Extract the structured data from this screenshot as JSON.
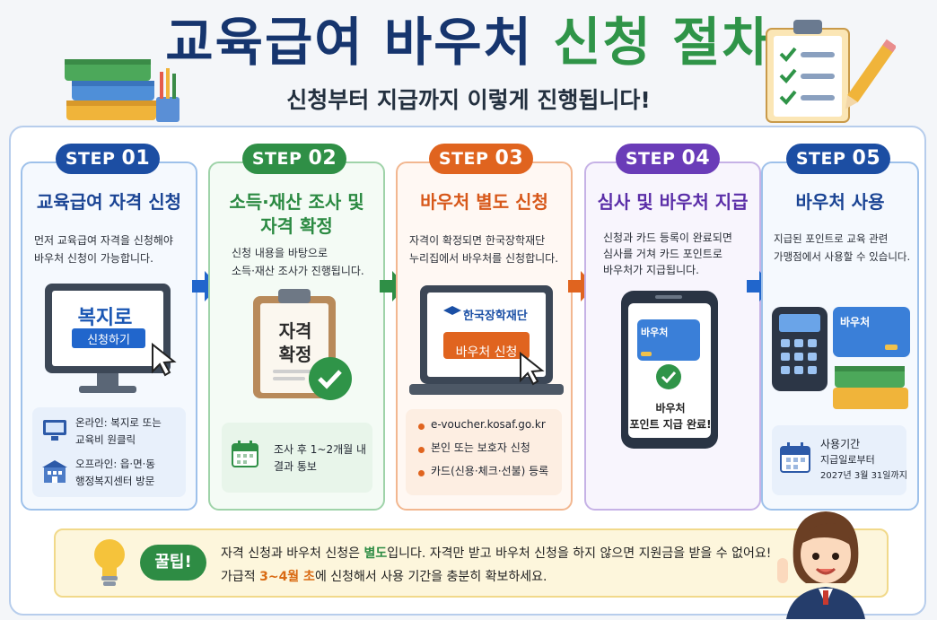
{
  "header": {
    "title_part1": "교육급여 바우처",
    "title_part2": "신청 절차",
    "subtitle": "신청부터 지급까지 이렇게 진행됩니다!"
  },
  "steps": [
    {
      "badge_prefix": "STEP",
      "badge_num": "01",
      "title_line1": "교육급여 자격 신청",
      "title_line2": "",
      "desc_line1": "먼저 교육급여 자격을 신청해야",
      "desc_line2": "바우처 신청이 가능합니다.",
      "screen_title": "복지로",
      "screen_button": "신청하기",
      "info": [
        {
          "icon": "monitor-icon",
          "line1": "온라인: 복지로 또는",
          "line2": "교육비 원클릭"
        },
        {
          "icon": "building-icon",
          "line1": "오프라인: 읍·면·동",
          "line2": "행정복지센터 방문"
        }
      ]
    },
    {
      "badge_prefix": "STEP",
      "badge_num": "02",
      "title_line1": "소득·재산 조사 및",
      "title_line2": "자격 확정",
      "desc_line1": "신청 내용을 바탕으로",
      "desc_line2": "소득·재산 조사가 진행됩니다.",
      "clipboard_line1": "자격",
      "clipboard_line2": "확정",
      "info_line1": "조사 후 1~2개월 내",
      "info_line2": "결과 통보"
    },
    {
      "badge_prefix": "STEP",
      "badge_num": "03",
      "title_line1": "바우처 별도 신청",
      "title_line2": "",
      "desc_line1": "자격이 확정되면 한국장학재단",
      "desc_line2": "누리집에서 바우처를 신청합니다.",
      "laptop_brand": "한국장학재단",
      "laptop_button": "바우처 신청",
      "bullets": [
        "e-voucher.kosaf.go.kr",
        "본인 또는 보호자 신청",
        "카드(신용·체크·선불) 등록"
      ]
    },
    {
      "badge_prefix": "STEP",
      "badge_num": "04",
      "title_line1": "심사 및 바우처 지급",
      "title_line2": "",
      "desc_line1": "신청과 카드 등록이 완료되면",
      "desc_line2": "심사를 거쳐 카드 포인트로",
      "desc_line3": "바우처가 지급됩니다.",
      "card_label": "바우처",
      "phone_line1": "바우처",
      "phone_line2": "포인트 지급 완료!"
    },
    {
      "badge_prefix": "STEP",
      "badge_num": "05",
      "title_line1": "바우처 사용",
      "title_line2": "",
      "desc_line1": "지급된 포인트로 교육 관련",
      "desc_line2": "가맹점에서 사용할 수 있습니다.",
      "card_label": "바우처",
      "info_line1": "사용기간",
      "info_line2": "지급일로부터",
      "info_line3": "2027년 3월 31일까지"
    }
  ],
  "tip": {
    "badge": "꿀팁!",
    "line1_a": "자격 신청과 바우처 신청은 ",
    "line1_b": "별도",
    "line1_c": "입니다. 자격만 받고 바우처 신청을 하지 않으면 지원금을 받을 수 없어요!",
    "line2_a": "가급적 ",
    "line2_b": "3~4월 초",
    "line2_c": "에 신청해서 사용 기간을 충분히 확보하세요."
  },
  "colors": {
    "navy": "#16356e",
    "green": "#2f9448",
    "orange": "#e0641f",
    "purple": "#6a3cb8",
    "blue": "#1c4ea3"
  }
}
